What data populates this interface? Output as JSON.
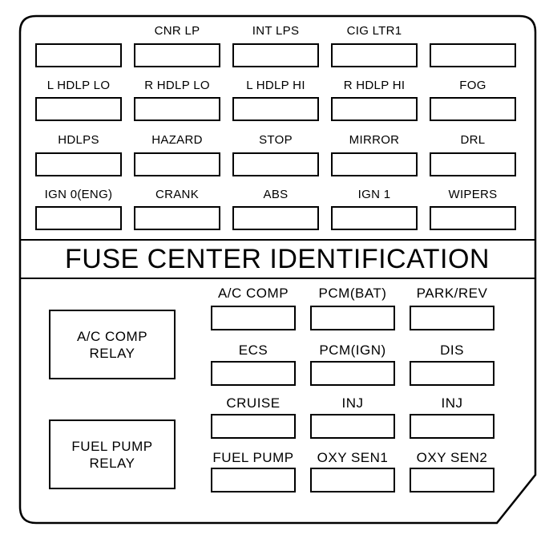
{
  "title": "FUSE CENTER IDENTIFICATION",
  "upper_rows": [
    [
      "",
      "CNR LP",
      "INT LPS",
      "CIG LTR1",
      ""
    ],
    [
      "L HDLP LO",
      "R HDLP LO",
      "L HDLP HI",
      "R HDLP HI",
      "FOG"
    ],
    [
      "HDLPS",
      "HAZARD",
      "STOP",
      "MIRROR",
      "DRL"
    ],
    [
      "IGN 0(ENG)",
      "CRANK",
      "ABS",
      "IGN 1",
      "WIPERS"
    ]
  ],
  "relays": [
    "A/C COMP\nRELAY",
    "FUEL PUMP\nRELAY"
  ],
  "lower_rows": [
    [
      "A/C COMP",
      "PCM(BAT)",
      "PARK/REV"
    ],
    [
      "ECS",
      "PCM(IGN)",
      "DIS"
    ],
    [
      "CRUISE",
      "INJ",
      "INJ"
    ],
    [
      "FUEL PUMP",
      "OXY SEN1",
      "OXY SEN2"
    ]
  ]
}
